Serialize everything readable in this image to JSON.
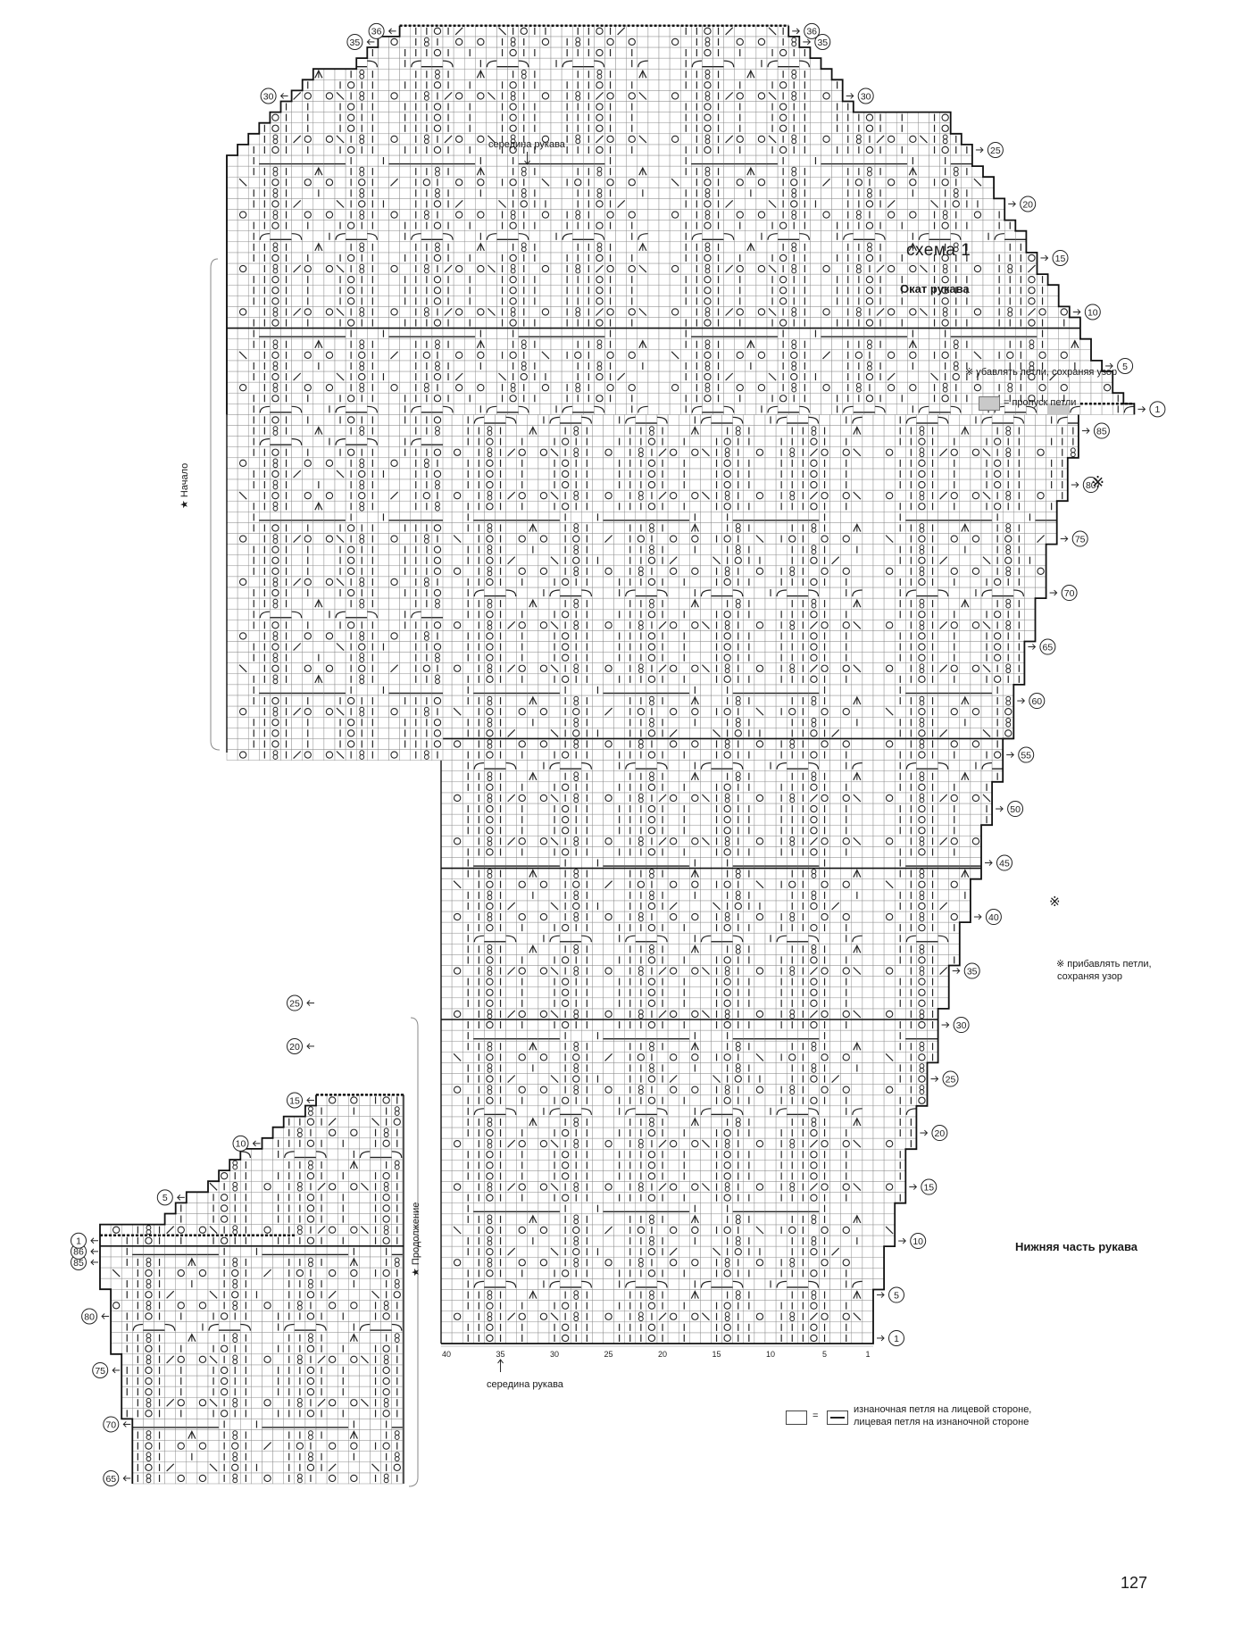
{
  "labels": {
    "scheme_title": "схема 1",
    "cap_title": "Окат рукава",
    "lower_title": "Нижняя часть рукава",
    "middle_top": "середина рукава",
    "middle_bottom": "середина рукава",
    "start": "Начало",
    "continuation": "Продолжение",
    "decrease_note": "убавлять петли, сохраняя узор",
    "increase_note_1": "прибавлять петли,",
    "increase_note_2": "сохраняя узор",
    "skip_note": "= пропуск петли",
    "legend_eq": "=",
    "legend_line1": "изнаночная петля на лицевой стороне,",
    "legend_line2": "лицевая петля на изнаночной стороне",
    "page_number": "127"
  },
  "markers": {
    "reference": "※",
    "star": "★"
  },
  "main_chart": {
    "columns": 40,
    "x_ticks": [
      40,
      35,
      30,
      25,
      20,
      15,
      10,
      5,
      1
    ],
    "row_numbers_lower": [
      1,
      5,
      10,
      15,
      20,
      25,
      30,
      35,
      40,
      45,
      50,
      55,
      60,
      65,
      70,
      75,
      80,
      85
    ],
    "row_numbers_cap": [
      1,
      5,
      10,
      15,
      20,
      25,
      30,
      35,
      36
    ],
    "rows_total_lower": 86,
    "rows_total_cap": 36
  },
  "continuation_chart": {
    "row_numbers": [
      65,
      70,
      75,
      80,
      85,
      86,
      1,
      5,
      10,
      15,
      20,
      25
    ]
  },
  "colors": {
    "grid_line": "#8a8a8a",
    "grid_bold": "#111111",
    "symbol": "#222222",
    "skip_cell": "#c9c9c9",
    "paper": "#ffffff"
  },
  "chart_symbols": {
    "empty": ".",
    "knit_bar": "|",
    "yarn_over": "o",
    "k2tog_right": "/",
    "k2tog_left": "\\",
    "decrease_3": "^",
    "twisted": "8",
    "cable_left": "<",
    "cable_right": ">",
    "purl_dash": "-",
    "skip": "#"
  },
  "pattern_rows": [
    "..||o|.|..|o||..|||o|.|..|o||..|||o|.|..",
    "..||o|.|..|o||..|||o|.|..|o||..|||o|.|..",
    ".o.|8|/o.o\\|8|.o.|8|/o.o\\|8|.o.|8|/o.o\\.",
    "..||o|.|..|o||..|||o|.|..|o||..|||o|.|..",
    "..||8|..^..|8|...||8|..^..|8|...||8|..^.",
    "..|<-->..|<-->..|<-->..|<-->..|<-->..|<.",
    "..||o|.|..|o||..|||o|.|..|o||..|||o|.|..",
    ".o.|8|.o.o.|8|.o.|8|.o.o.|8|.o.|8|.o.o..",
    "..||o|/...\\|o||..||o|/...\\|o||..||o|/...",
    "..||8|..|..|8|...||8|..|..|8|...||8|..|.",
    ".\\.|o|.o.o.|o|./.|o|.o.o.|o|.\\.|o|.o.o..",
    "..||8|..^..|8|...||8|..^..|8|...||8|..^.",
    "..|--------|..|--------|..|--------|....",
    "..||o|.|..|o||..|||o|.|..|o||..|||o|.|..",
    ".o.|8|/o.o\\|8|.o.|8|/o.o\\|8|.o.|8|/o.o\\.",
    "..||o|.|..|o||..|||o|.|..|o||..|||o|.|.."
  ]
}
